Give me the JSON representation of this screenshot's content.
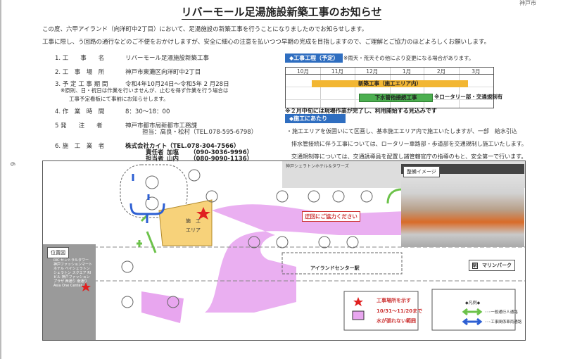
{
  "header": {
    "org": "神戸市",
    "page_number": "6"
  },
  "title": "リバーモール足湯施設新築工事のお知らせ",
  "intro": [
    "この度、六甲アイランド（向洋町中2丁目）において、足湯施設の新築工事を行うことになりましたのでお知らせします。",
    "工事に際し、う回路の通行などのご不便をおかけしますが、安全に細心の注意を払いつつ早期の完成を目指しますので、ご理解とご協力のほどよろしくお願いします。"
  ],
  "details": [
    {
      "label": "1. 工　　事　　名",
      "value": "リバーモール足湯施設新築工事"
    },
    {
      "label": "2. 工　事　場　所",
      "value": "神戸市東灘区向洋町中2丁目"
    },
    {
      "label": "3. 予 定 工 事 期 間",
      "value": "令和4年10月24日～令和5年 2 月28日",
      "notes": [
        "※原則、日・祝日は作業を行いませんが、止むを得ず作業を行う場合は",
        "工事予定看板にて事前にお知らせします。"
      ]
    },
    {
      "label": "4. 作　業　時　間",
      "value": "8：30～18：00"
    },
    {
      "label": "5 発　　注　　者",
      "value": "神戸市都市局新都市工務課",
      "sub": "担当：高良・松村（TEL.078-595-6798）"
    },
    {
      "label": "6. 施　工　業　者",
      "company": "株式会社カイト",
      "company_tel": "（TEL.078-304-7566）",
      "contacts": [
        {
          "role": "責任者",
          "name": "加塩",
          "tel": "（090-3036-9996）"
        },
        {
          "role": "担当者",
          "name": "山内",
          "tel": "（080-9090-1136）"
        }
      ]
    }
  ],
  "schedule": {
    "label": "◆工事工程（予定）",
    "note": "※雨天・荒天その他により変更になる場合があります。",
    "months": [
      "10月",
      "11月",
      "12月",
      "1月",
      "2月",
      "3月"
    ],
    "tasks": [
      {
        "name": "新築工事（施工エリア内）",
        "color": "#f2b632"
      },
      {
        "name": "下水管他接続工事",
        "color": "#4caf50",
        "note": "※ロータリー部・交通規制有"
      }
    ],
    "footnote": "※２月中旬には現場作業が完了し、利用開始する見込みです"
  },
  "construction": {
    "label": "◆施工にあたり",
    "lines": [
      "・施工エリアを仮囲いにて区画し、基本施工エリア内で施工いたしますが、一部　給水引込",
      "排水管接続に伴う工事については、ロータリー車路部・歩道部を交通規制し施工いたします。",
      "交通規制等については、交通誘導員を配置し諸管轄官庁の指導のもと、安全第一で行います。"
    ]
  },
  "map": {
    "hotel": "神戸シェラトンホテル＆タワーズ",
    "work_area": [
      "施　工",
      "エリア"
    ],
    "detour": "迂回にご協力ください",
    "station": "アイランドセンター駅",
    "marine_park": "マリンパーク",
    "marine_park_icon": "駅",
    "location_map": "位置図",
    "location_labels": [
      "RIC セントラルタワー",
      "神戸ファッションマート",
      "ホテル ベイシェラトン",
      "シェラトン スクエア",
      "RIビル",
      "神戸ファッションプラザ",
      "西通り",
      "南通り",
      "Asia One Center"
    ],
    "image_label": "整備イメージ",
    "legend_site": "工事場所を示す",
    "legend_pink": [
      "10/31～11/20まで",
      "水が張れない範囲"
    ],
    "legend_title": "◆凡例◆",
    "legend_green": "･･･一般通行人通路",
    "legend_blue": "･･･工事関係車両通路",
    "colors": {
      "pink": "#e8a6ef",
      "work": "#f7d27a",
      "green": "#6cc24a",
      "blue": "#2d5fd3",
      "star": "#e02020"
    }
  }
}
